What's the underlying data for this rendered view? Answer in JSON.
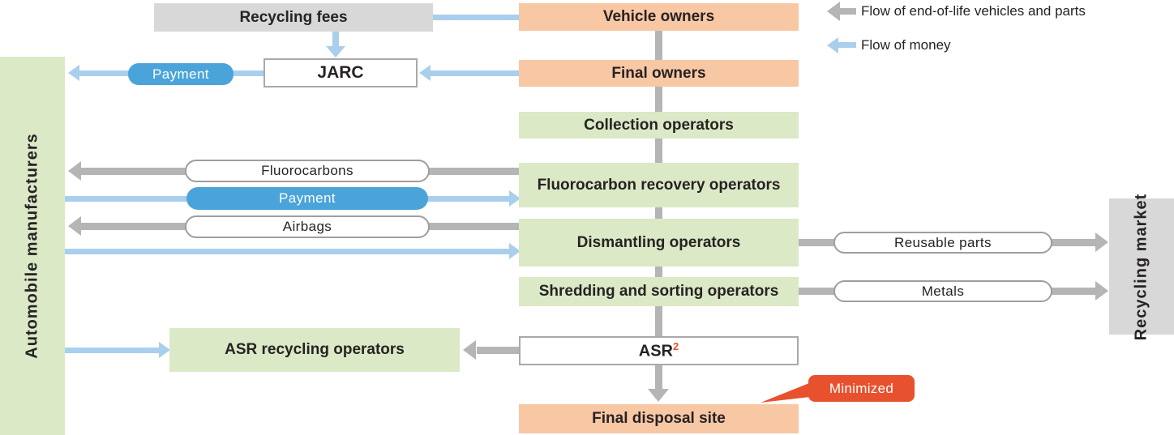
{
  "legend": {
    "parts_flow_label": "Flow of end-of-life vehicles and parts",
    "money_flow_label": "Flow of money"
  },
  "left_column": {
    "automobile_manufacturers": "Automobile manufacturers"
  },
  "right_column": {
    "recycling_market": "Recycling market"
  },
  "top": {
    "recycling_fees": "Recycling fees"
  },
  "jarc": {
    "label": "JARC",
    "payment_label": "Payment"
  },
  "chain": {
    "vehicle_owners": "Vehicle owners",
    "final_owners": "Final owners",
    "collection_operators": "Collection operators",
    "fluorocarbon_recovery_operators": "Fluorocarbon recovery operators",
    "dismantling_operators": "Dismantling operators",
    "shredding_sorting_operators": "Shredding and sorting operators",
    "asr": "ASR",
    "asr_superscript": "2",
    "final_disposal_site": "Final disposal site"
  },
  "pills": {
    "fluorocarbons": "Fluorocarbons",
    "payment": "Payment",
    "airbags": "Airbags",
    "reusable_parts": "Reusable parts",
    "metals": "Metals"
  },
  "asr_recycling_operators": "ASR recycling operators",
  "minimized": "Minimized",
  "colors": {
    "orange": "#f8c7a4",
    "green": "#dbe9c6",
    "graybox": "#d8d8d8",
    "arrow_gray": "#b5b5b5",
    "arrow_blue": "#a9cfec",
    "money_blue": "#4aa4da",
    "red": "#e8512d",
    "pill_border": "#9e9e9e",
    "box_border": "#a9a9a9",
    "ink": "#272223"
  }
}
